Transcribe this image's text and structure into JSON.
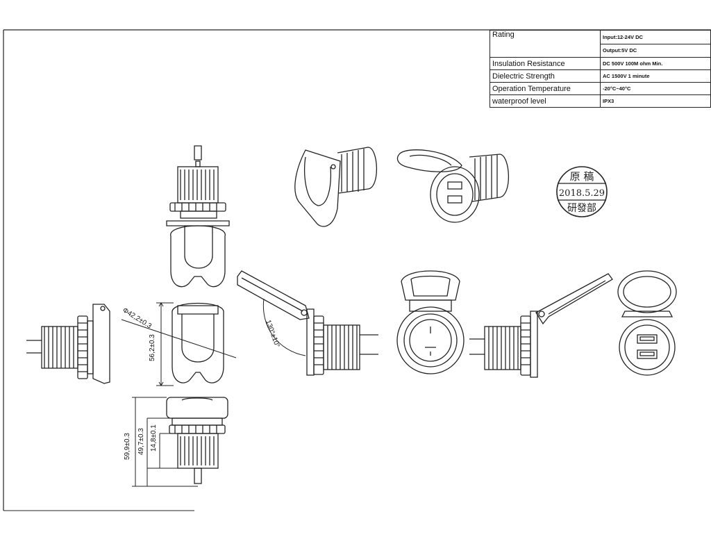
{
  "spec_table": {
    "rows": [
      {
        "label": "Rating",
        "values": [
          "Input:12-24V DC",
          "Output:5V DC"
        ]
      },
      {
        "label": "Insulation Resistance",
        "values": [
          "DC 500V 100M ohm Min."
        ]
      },
      {
        "label": "Dielectric Strength",
        "values": [
          "AC 1500V 1 minute"
        ]
      },
      {
        "label": "Operation Temperature",
        "values": [
          "-20°C~40°C"
        ]
      },
      {
        "label": "waterproof level",
        "values": [
          "IPX3"
        ]
      }
    ]
  },
  "dimensions": {
    "diameter": "Φ42,2±0.3",
    "flange_height": "56,2±0.3",
    "total_length": "59,9±0.3",
    "body_length": "49,7±0.3",
    "thread_length": "14,8±0.1",
    "lid_angle": "130°±10°"
  },
  "stamp": {
    "top": "原 稿",
    "date": "2018.5.29",
    "bottom": "研發部"
  }
}
